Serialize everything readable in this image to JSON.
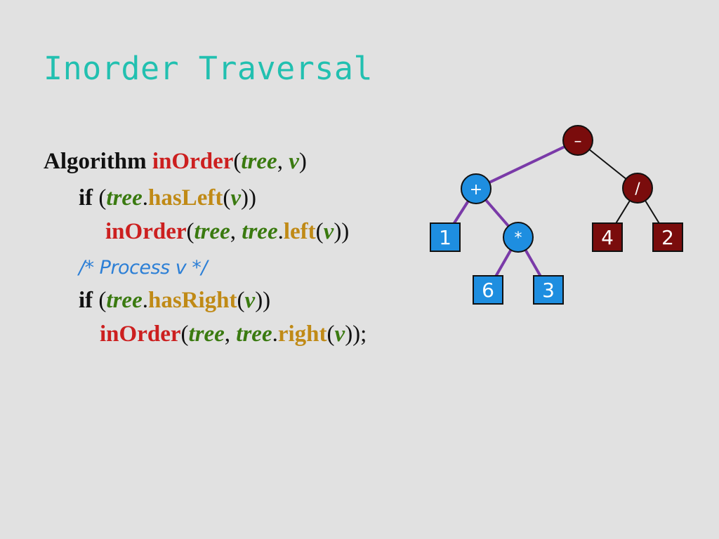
{
  "title": "Inorder Traversal",
  "colors": {
    "title": "#22c0b0",
    "text": "#111111",
    "function": "#cc1f1f",
    "method": "#c08a16",
    "variable": "#3a7a10",
    "comment": "#2c7fd6",
    "operand_fill": "#1e8ee0",
    "operator_root_fill": "#7a0c0c",
    "operand_dark_fill": "#7a0c0c",
    "edge_highlight": "#7a3aa8",
    "edge_plain": "#111111",
    "node_label": "#ffffff"
  },
  "code": {
    "line1": {
      "keyword": "Algorithm",
      "func": "inOrder",
      "p_open": "(",
      "var_tree": "tree",
      "comma": ",",
      "var_v": "v",
      "p_close": ")"
    },
    "line2": {
      "keyword": "if",
      "p_open": "(",
      "var_tree": "tree",
      "dot": ".",
      "method": "hasLeft",
      "p_open2": "(",
      "var_v": "v",
      "p_close": "))"
    },
    "line3": {
      "func": "inOrder",
      "p_open": "(",
      "var_tree": "tree",
      "comma": ",",
      "var_tree2": "tree",
      "dot": ".",
      "method": "left",
      "p_open2": "(",
      "var_v": "v",
      "p_close": "))"
    },
    "line4": {
      "comment": "/* Process v */"
    },
    "line5": {
      "keyword": "if",
      "p_open": "(",
      "var_tree": "tree",
      "dot": ".",
      "method": "hasRight",
      "p_open2": "(",
      "var_v": "v",
      "p_close": "))"
    },
    "line6": {
      "func": "inOrder",
      "p_open": "(",
      "var_tree": "tree",
      "comma": ",",
      "var_tree2": "tree",
      "dot": ".",
      "method": "right",
      "p_open2": "(",
      "var_v": "v",
      "p_close": "));"
    }
  },
  "tree": {
    "nodes": [
      {
        "id": "root",
        "label": "–",
        "shape": "circle",
        "style": "dark"
      },
      {
        "id": "plus",
        "label": "+",
        "shape": "circle",
        "style": "blue"
      },
      {
        "id": "div",
        "label": "/",
        "shape": "circle",
        "style": "dark"
      },
      {
        "id": "n1",
        "label": "1",
        "shape": "square",
        "style": "blue"
      },
      {
        "id": "mul",
        "label": "*",
        "shape": "circle",
        "style": "blue"
      },
      {
        "id": "n4",
        "label": "4",
        "shape": "square",
        "style": "dark"
      },
      {
        "id": "n2",
        "label": "2",
        "shape": "square",
        "style": "dark"
      },
      {
        "id": "n6",
        "label": "6",
        "shape": "square",
        "style": "blue"
      },
      {
        "id": "n3",
        "label": "3",
        "shape": "square",
        "style": "blue"
      }
    ],
    "edges": [
      {
        "from": "root",
        "to": "plus",
        "highlight": true
      },
      {
        "from": "root",
        "to": "div",
        "highlight": false
      },
      {
        "from": "plus",
        "to": "n1",
        "highlight": true
      },
      {
        "from": "plus",
        "to": "mul",
        "highlight": true
      },
      {
        "from": "div",
        "to": "n4",
        "highlight": false
      },
      {
        "from": "div",
        "to": "n2",
        "highlight": false
      },
      {
        "from": "mul",
        "to": "n6",
        "highlight": true
      },
      {
        "from": "mul",
        "to": "n3",
        "highlight": true
      }
    ]
  }
}
